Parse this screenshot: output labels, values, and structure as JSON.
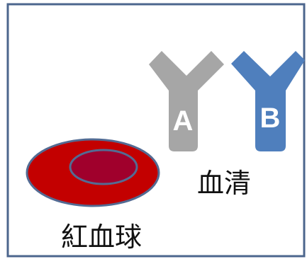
{
  "colors": {
    "frame": "#4c668d",
    "antibody_a": "#a6a6a6",
    "antibody_b": "#4f7fbd",
    "rbc_outer": "#c30000",
    "rbc_inner": "#a0002c",
    "rbc_outline": "#536b93",
    "text": "#111111"
  },
  "antibodies": {
    "a": {
      "letter": "A",
      "icon": "antibody-y-icon"
    },
    "b": {
      "letter": "B",
      "icon": "antibody-y-icon"
    }
  },
  "labels": {
    "serum": "血清",
    "red_blood_cell": "紅血球"
  },
  "icons": {
    "red_blood_cell": "red-blood-cell-icon"
  }
}
